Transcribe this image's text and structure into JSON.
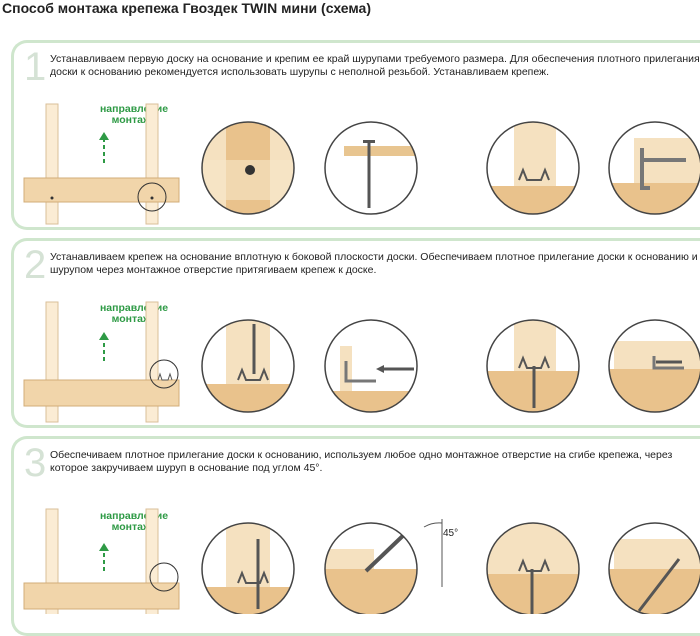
{
  "title": "Способ монтажа крепежа Гвоздек TWIN мини (схема)",
  "colors": {
    "wood": "#f1d5aa",
    "wood_dark": "#d8a86c",
    "frame": "#cfe6cd",
    "arrow": "#2e9a45",
    "metal": "#7a7a7a"
  },
  "steps": [
    {
      "number": "1",
      "text": "Устанавливаем первую доску на основание и крепим ее край шурупами требуемого размера. Для обеспечения плотного прилегания доски к основанию рекомендуется использовать шурупы с неполной резьбой. Устанавливаем крепеж.",
      "direction_line1": "направление",
      "direction_line2": "монтажа"
    },
    {
      "number": "2",
      "text": "Устанавливаем крепеж на основание вплотную к боковой плоскости доски. Обеспечиваем плотное прилегание доски к основанию и шурупом через монтажное отверстие притягиваем крепеж к доске.",
      "direction_line1": "направление",
      "direction_line2": "монтажа"
    },
    {
      "number": "3",
      "text": "Обеспечиваем плотное прилегание доски к основанию, используем любое одно монтажное отверстие на сгибе крепежа, через которое закручиваем шуруп в основание под углом 45°.",
      "direction_line1": "направление",
      "direction_line2": "монтажа",
      "angle_label": "45°"
    }
  ]
}
